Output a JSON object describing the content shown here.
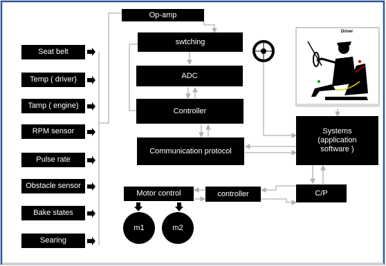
{
  "inputs": [
    "Seat belt",
    "Temp ( driver)",
    "Tamp ( engine)",
    "RPM sensor",
    "Pulse rate",
    "Obstacle sensor",
    "Bake  states",
    "Searing"
  ],
  "blocks": {
    "opamp": "Op-amp",
    "switching": "swtching",
    "adc": "ADC",
    "controller": "Controller",
    "comm": "Communication protocol",
    "systems": "Systems\n(application\nsoftware )",
    "cp": "C/P",
    "controller2": "controller",
    "motor": "Motor control"
  },
  "motors": [
    "m1",
    "m2"
  ],
  "illustration": {
    "label": "Driver"
  },
  "colors": {
    "frame": "#2f5597",
    "block": "#000000",
    "block_text": "#ffffff",
    "wire": "#b0b0b0"
  }
}
